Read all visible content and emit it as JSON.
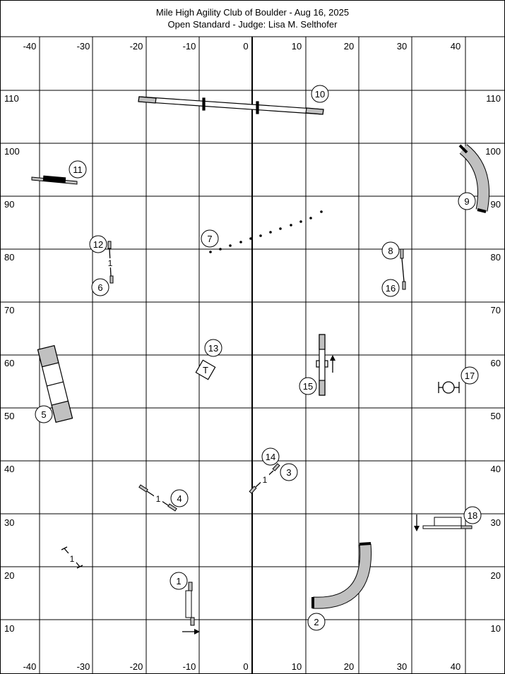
{
  "header": {
    "title": "Mile High Agility Club of Boulder - Aug 16, 2025",
    "subtitle": "Open Standard - Judge: Lisa M. Selthofer"
  },
  "axes": {
    "x_ticks": [
      "-40",
      "-30",
      "-20",
      "-10",
      "0",
      "10",
      "20",
      "30",
      "40"
    ],
    "y_ticks": [
      "110",
      "100",
      "90",
      "80",
      "70",
      "60",
      "50",
      "40",
      "30",
      "20",
      "10"
    ]
  },
  "course": {
    "numbers": [
      "1",
      "2",
      "3",
      "4",
      "5",
      "6",
      "7",
      "8",
      "9",
      "10",
      "11",
      "12",
      "13",
      "14",
      "15",
      "16",
      "17",
      "18"
    ],
    "table_label": "T",
    "ladder_mark": "1"
  },
  "colors": {
    "line": "#000000",
    "equipment_fill": "#c0c0c0",
    "background": "#ffffff"
  }
}
